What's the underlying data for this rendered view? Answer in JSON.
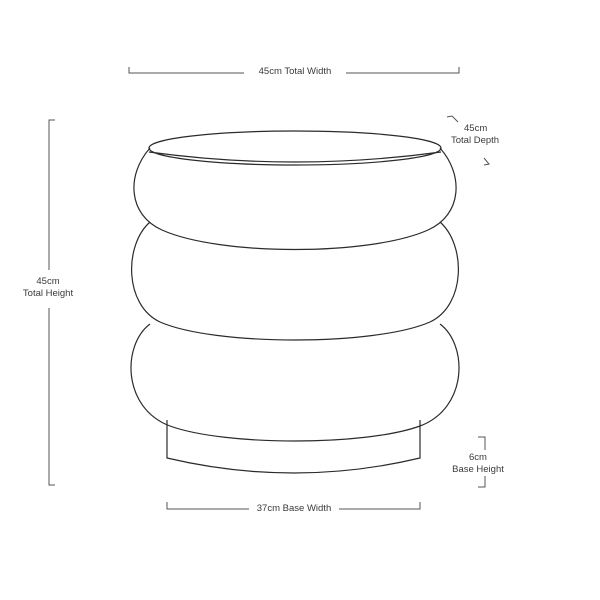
{
  "dimensions": {
    "total_width": {
      "value": "45cm",
      "label": "Total Width"
    },
    "total_depth": {
      "value": "45cm",
      "label": "Total Depth"
    },
    "total_height": {
      "value": "45cm",
      "label": "Total Height"
    },
    "base_height": {
      "value": "6cm",
      "label": "Base Height"
    },
    "base_width": {
      "value": "37cm",
      "label": "Base Width"
    }
  },
  "colors": {
    "line": "#2b2b2b",
    "dimension_line": "#555555",
    "text": "#3a3a3a",
    "background": "#ffffff"
  }
}
